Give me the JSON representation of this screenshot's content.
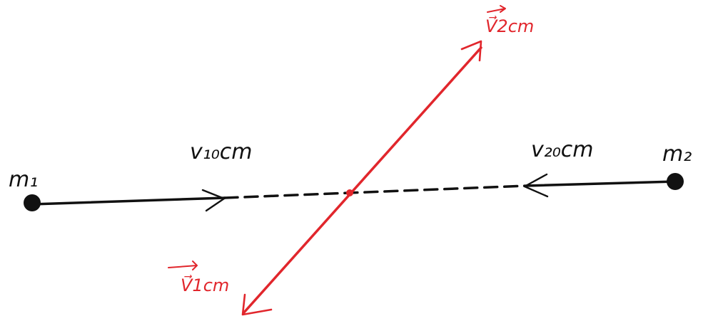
{
  "diagram": {
    "mass_1_label": "m₁",
    "mass_2_label": "m₂",
    "velocity_1_initial_label": "v₁₀cm",
    "velocity_2_initial_label": "v₂₀cm",
    "velocity_1_final_label": "V⃗1cm",
    "velocity_2_final_label": "V⃗2cm"
  },
  "colors": {
    "black": "#111111",
    "red": "#e1262c",
    "background": "#ffffff"
  },
  "icons": {
    "mass": "filled-circle",
    "arrow": "open-chevron-arrowhead",
    "center": "red-dot"
  }
}
